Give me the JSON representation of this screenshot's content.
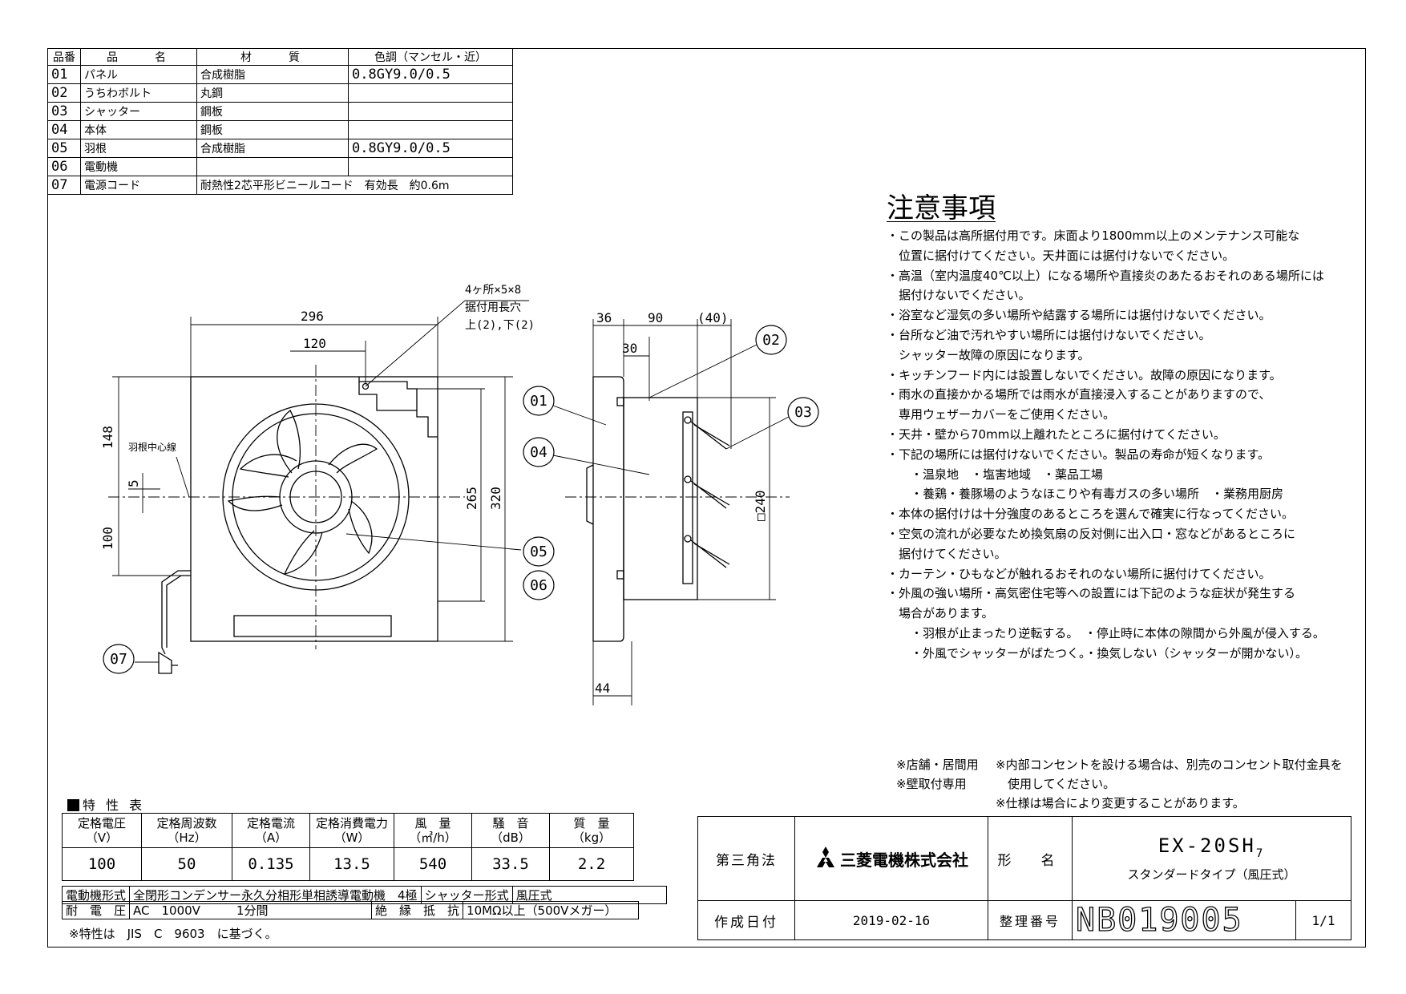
{
  "parts_table": {
    "headers": [
      "品番",
      "品　　名",
      "材　　質",
      "色調（マンセル・近）"
    ],
    "rows": [
      {
        "no": "01",
        "name": "パネル",
        "material": "合成樹脂",
        "color": "0.8GY9.0/0.5"
      },
      {
        "no": "02",
        "name": "うちわボルト",
        "material": "丸鋼",
        "color": ""
      },
      {
        "no": "03",
        "name": "シャッター",
        "material": "鋼板",
        "color": ""
      },
      {
        "no": "04",
        "name": "本体",
        "material": "鋼板",
        "color": ""
      },
      {
        "no": "05",
        "name": "羽根",
        "material": "合成樹脂",
        "color": "0.8GY9.0/0.5"
      },
      {
        "no": "06",
        "name": "電動機",
        "material": "",
        "color": ""
      },
      {
        "no": "07",
        "name": "電源コード",
        "material": "耐熱性2芯平形ビニールコード　有効長　約0.6m",
        "color": ""
      }
    ]
  },
  "drawing": {
    "front_dims": {
      "width": "296",
      "offset": "120",
      "upper": "148",
      "center_offset": "5",
      "lower": "100",
      "inner_h": "265",
      "outer_h": "320"
    },
    "hole_note": [
      "4ヶ所×5×8",
      "据付用長穴",
      "上(2),下(2)"
    ],
    "center_label": "羽根中心線",
    "side_dims": {
      "d1": "36",
      "d2": "90",
      "d3": "(40)",
      "d4": "30",
      "d5": "□240",
      "d6": "44"
    },
    "callouts": [
      "01",
      "02",
      "03",
      "04",
      "05",
      "06",
      "07"
    ]
  },
  "notes": {
    "title": "注意事項",
    "lines": [
      "・この製品は高所据付用です。床面より1800mm以上のメンテナンス可能な",
      "　位置に据付けてください。天井面には据付けないでください。",
      "・高温（室内温度40℃以上）になる場所や直接炎のあたるおそれのある場所には",
      "　据付けないでください。",
      "・浴室など湿気の多い場所や結露する場所には据付けないでください。",
      "・台所など油で汚れやすい場所には据付けないでください。",
      "　シャッター故障の原因になります。",
      "・キッチンフード内には設置しないでください。故障の原因になります。",
      "・雨水の直接かかる場所では雨水が直接浸入することがありますので、",
      "　専用ウェザーカバーをご使用ください。",
      "・天井・壁から70mm以上離れたところに据付けてください。",
      "・下記の場所には据付けないでください。製品の寿命が短くなります。",
      "　　・温泉地　・塩害地域　・薬品工場",
      "　　・養鶏・養豚場のようなほこりや有毒ガスの多い場所　・業務用厨房",
      "・本体の据付けは十分強度のあるところを選んで確実に行なってください。",
      "・空気の流れが必要なため換気扇の反対側に出入口・窓などがあるところに",
      "　据付けてください。",
      "・カーテン・ひもなどが触れるおそれのない場所に据付けてください。",
      "・外風の強い場所・高気密住宅等への設置には下記のような症状が発生する",
      "　場合があります。",
      "　　・羽根が止まったり逆転する。　・停止時に本体の隙間から外風が侵入する。",
      "　　・外風でシャッターがばたつく。・換気しない（シャッターが開かない）。"
    ]
  },
  "remarks": {
    "left": [
      "※店舗・居間用",
      "※壁取付専用"
    ],
    "right": [
      "※内部コンセントを設ける場合は、別売のコンセント取付金具を",
      "　使用してください。",
      "※仕様は場合により変更することがあります。"
    ]
  },
  "spec": {
    "label": "特 性 表",
    "headers": [
      [
        "定格電圧",
        "（V）"
      ],
      [
        "定格周波数",
        "（Hz）"
      ],
      [
        "定格電流",
        "（A）"
      ],
      [
        "定格消費電力",
        "（W）"
      ],
      [
        "風　量",
        "（㎥/h）"
      ],
      [
        "騒　音",
        "（dB）"
      ],
      [
        "質　量",
        "（kg）"
      ]
    ],
    "values": [
      "100",
      "50",
      "0.135",
      "13.5",
      "540",
      "33.5",
      "2.2"
    ],
    "motor_label": "電動機形式",
    "motor_value": "全閉形コンデンサー永久分相形単相誘導電動機　4極",
    "shutter_label": "シャッター形式",
    "shutter_value": "風圧式",
    "withstand_label": "耐　電　圧",
    "withstand_value": "AC　1000V　　　1分間",
    "insulation_label": "絶　縁　抵　抗",
    "insulation_value": "10MΩ以上（500Vメガー）",
    "footnote": "※特性は　JIS　C　9603　に基づく。"
  },
  "title_block": {
    "projection": "第三角法",
    "company": "三菱電機株式会社",
    "model_label": "形　名",
    "model": "EX-20SH",
    "model_sub": "7",
    "model_type": "スタンダードタイプ（風圧式）",
    "date_label": "作成日付",
    "date": "2019-02-16",
    "number_label": "整理番号",
    "number": "NB019005",
    "sheet": "1/1"
  }
}
